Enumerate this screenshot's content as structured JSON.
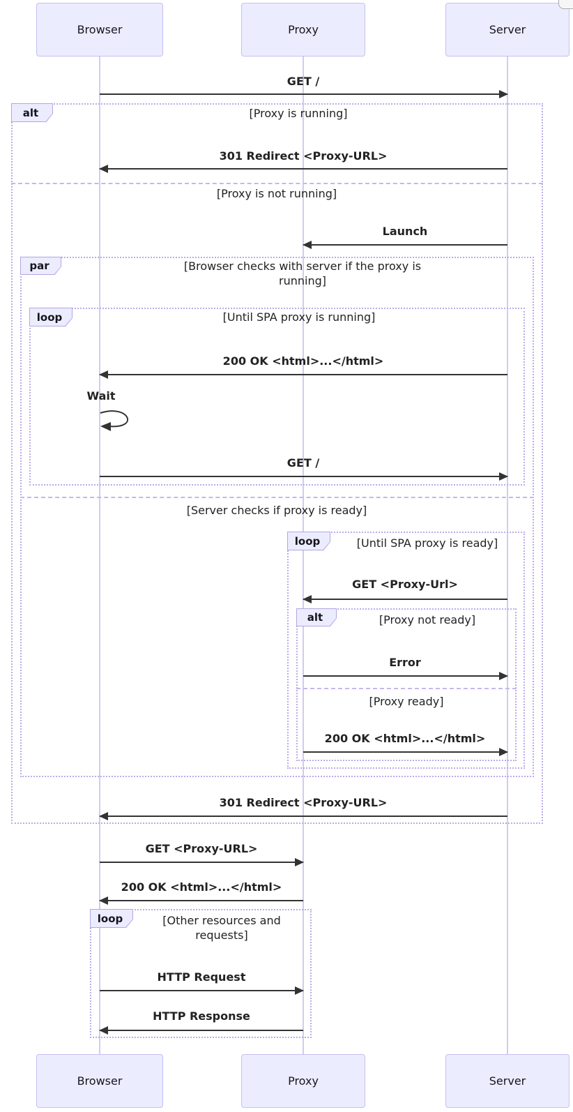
{
  "diagram_type": "sequence-diagram",
  "actors": [
    "Browser",
    "Proxy",
    "Server"
  ],
  "messages": [
    {
      "label": "GET /",
      "from": "Browser",
      "to": "Server"
    },
    {
      "label": "301 Redirect <Proxy-URL>",
      "from": "Server",
      "to": "Browser"
    },
    {
      "label": "Launch",
      "from": "Server",
      "to": "Proxy"
    },
    {
      "label": "200 OK <html>...</html>",
      "from": "Server",
      "to": "Browser"
    },
    {
      "label": "Wait",
      "from": "Browser",
      "to": "Browser",
      "self": true
    },
    {
      "label": "GET /",
      "from": "Browser",
      "to": "Server"
    },
    {
      "label": "GET <Proxy-Url>",
      "from": "Server",
      "to": "Proxy"
    },
    {
      "label": "Error",
      "from": "Proxy",
      "to": "Server"
    },
    {
      "label": "200 OK <html>...</html>",
      "from": "Proxy",
      "to": "Server"
    },
    {
      "label": "301 Redirect <Proxy-URL>",
      "from": "Server",
      "to": "Browser"
    },
    {
      "label": "GET <Proxy-URL>",
      "from": "Browser",
      "to": "Proxy"
    },
    {
      "label": "200 OK <html>...</html>",
      "from": "Proxy",
      "to": "Browser"
    },
    {
      "label": "HTTP Request",
      "from": "Browser",
      "to": "Proxy"
    },
    {
      "label": "HTTP Response",
      "from": "Proxy",
      "to": "Browser"
    }
  ],
  "frames": {
    "alt_outer": {
      "label": "alt",
      "condition": "[Proxy is running]",
      "else_condition": "[Proxy is not running]"
    },
    "par": {
      "label": "par",
      "condition": "[Browser checks with server if the proxy is running]",
      "section2_condition": "[Server checks if proxy is ready]"
    },
    "loop_browser": {
      "label": "loop",
      "condition": "[Until SPA proxy is running]"
    },
    "loop_server": {
      "label": "loop",
      "condition": "[Until SPA proxy is ready]"
    },
    "alt_inner": {
      "label": "alt",
      "condition": "[Proxy not ready]",
      "else_condition": "[Proxy ready]"
    },
    "loop_requests": {
      "label": "loop",
      "condition": "[Other resources and requests]"
    }
  },
  "colors": {
    "actor_fill": "#ECECFF",
    "actor_border": "#c6bff0",
    "lifeline": "#d2cbf1",
    "frame_border": "#bcaae9",
    "label_fill": "#ECECFF",
    "message_line": "#333333",
    "text": "#222222"
  }
}
